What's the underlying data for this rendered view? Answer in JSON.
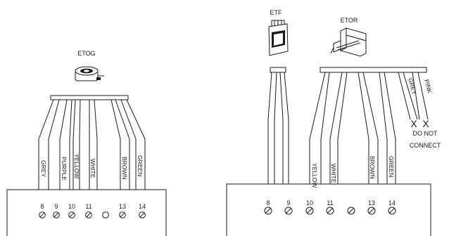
{
  "left": {
    "device_label": "ETOG",
    "wires": [
      "GREY",
      "PURPLE",
      "YELLOW",
      "WHITE",
      "BROWN",
      "GREEN"
    ],
    "terminals": [
      "8",
      "9",
      "10",
      "11",
      "",
      "13",
      "14"
    ]
  },
  "right": {
    "device1_label": "ETF",
    "device2_label": "ETOR",
    "wires": [
      "YELLOW",
      "WHITE",
      "BROWN",
      "GREEN"
    ],
    "unconnected_wires": [
      "GREY",
      "PINK"
    ],
    "unconnected_marker": "X",
    "note_line1": "DO NOT",
    "note_line2": "CONNECT",
    "terminals": [
      "8",
      "9",
      "10",
      "11",
      "",
      "13",
      "14"
    ]
  }
}
